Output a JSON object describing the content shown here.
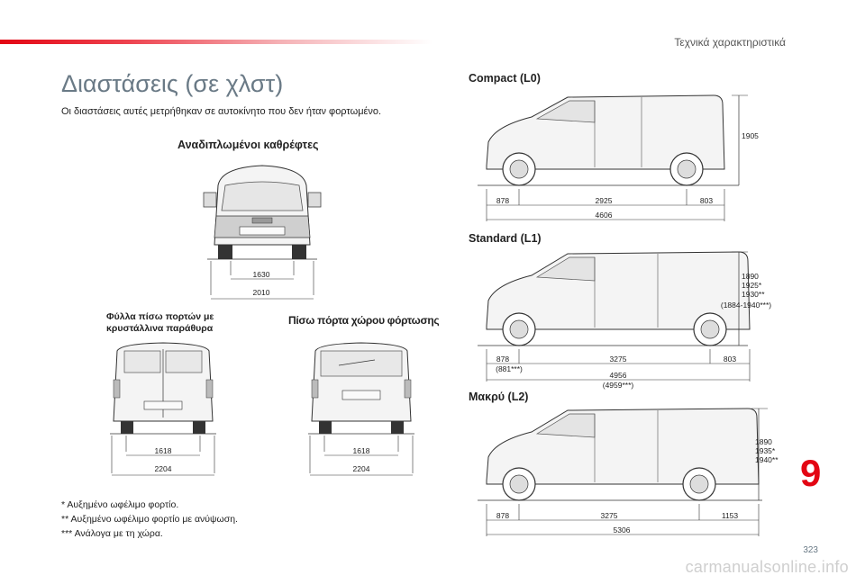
{
  "header": {
    "section": "Τεχνικά χαρακτηριστικά"
  },
  "title": "Διαστάσεις (σε χλστ)",
  "intro": "Οι διαστάσεις αυτές μετρήθηκαν σε αυτοκίνητο που δεν ήταν φορτωμένο.",
  "front_view": {
    "label": "Αναδιπλωμένοι καθρέφτες",
    "track": "1630",
    "width": "2010"
  },
  "rear_doors": {
    "label_line1": "Φύλλα πίσω πορτών με",
    "label_line2": "κρυστάλλινα παράθυρα",
    "track": "1618",
    "width": "2204"
  },
  "rear_tailgate": {
    "label": "Πίσω πόρτα χώρου φόρτωσης",
    "track": "1618",
    "width": "2204"
  },
  "compact": {
    "label": "Compact (L0)",
    "height": "1905",
    "front_overhang": "878",
    "wheelbase": "2925",
    "rear_overhang": "803",
    "length": "4606"
  },
  "standard": {
    "label": "Standard (L1)",
    "height_1": "1890",
    "height_2": "1925*",
    "height_3": "1930**",
    "height_4": "(1884-1940***)",
    "front_overhang": "878",
    "front_overhang_alt": "(881***)",
    "wheelbase": "3275",
    "rear_overhang": "803",
    "length": "4956",
    "length_alt": "(4959***)"
  },
  "long": {
    "label": "Μακρύ (L2)",
    "height_1": "1890",
    "height_2": "1935*",
    "height_3": "1940**",
    "front_overhang": "878",
    "wheelbase": "3275",
    "rear_overhang": "1153",
    "length": "5306"
  },
  "footnotes": [
    "* Αυξημένο ωφέλιμο φορτίο.",
    "** Αυξημένο ωφέλιμο φορτίο με ανύψωση.",
    "*** Ανάλογα με τη χώρα."
  ],
  "chapter_number": "9",
  "page_number": "323",
  "watermark": "carmanualsonline.info"
}
